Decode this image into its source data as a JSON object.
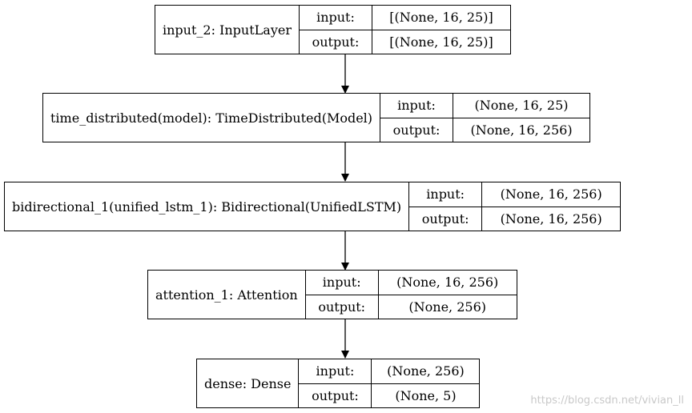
{
  "nodes": [
    {
      "name": "input_2: InputLayer",
      "input_label": "input:",
      "output_label": "output:",
      "input": "[(None, 16, 25)]",
      "output": "[(None, 16, 25)]"
    },
    {
      "name": "time_distributed(model): TimeDistributed(Model)",
      "input_label": "input:",
      "output_label": "output:",
      "input": "(None, 16, 25)",
      "output": "(None, 16, 256)"
    },
    {
      "name": "bidirectional_1(unified_lstm_1): Bidirectional(UnifiedLSTM)",
      "input_label": "input:",
      "output_label": "output:",
      "input": "(None, 16, 256)",
      "output": "(None, 16, 256)"
    },
    {
      "name": "attention_1: Attention",
      "input_label": "input:",
      "output_label": "output:",
      "input": "(None, 16, 256)",
      "output": "(None, 256)"
    },
    {
      "name": "dense: Dense",
      "input_label": "input:",
      "output_label": "output:",
      "input": "(None, 256)",
      "output": "(None, 5)"
    }
  ],
  "watermark": "https://blog.csdn.net/vivian_ll"
}
